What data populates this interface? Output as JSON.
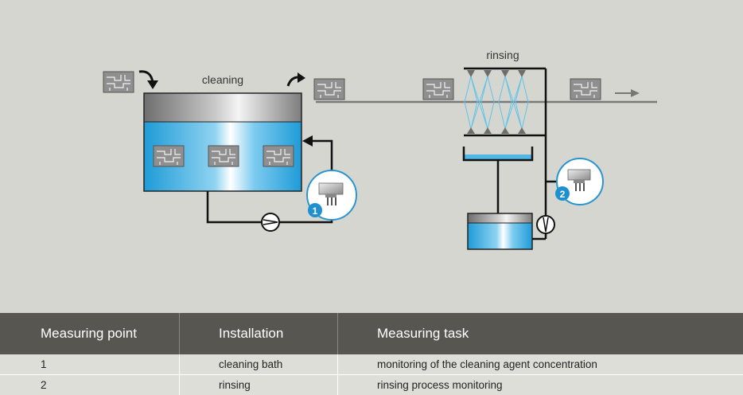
{
  "diagram": {
    "label_cleaning": "cleaning",
    "label_rinsing": "rinsing",
    "marker_1": "1",
    "marker_2": "2"
  },
  "table": {
    "headers": [
      "Measuring point",
      "Installation",
      "Measuring task"
    ],
    "rows": [
      [
        "1",
        "cleaning bath",
        "monitoring of the cleaning agent concentration"
      ],
      [
        "2",
        "rinsing",
        "rinsing process monitoring"
      ]
    ]
  }
}
